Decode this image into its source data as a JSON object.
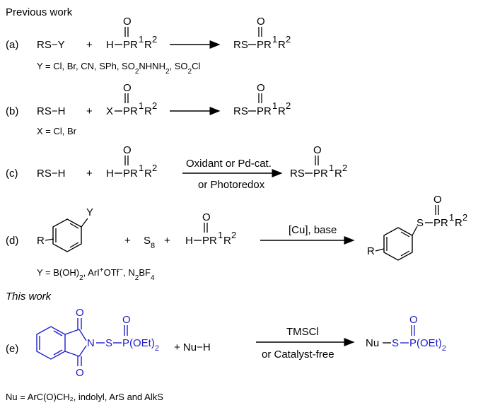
{
  "headings": {
    "previous": "Previous work",
    "this_work": "This work"
  },
  "rows": {
    "a": {
      "label": "(a)",
      "reagent1": "RS−Y",
      "plus": "+",
      "h": "H",
      "p": "PR",
      "r1": "1",
      "r": "R",
      "r2": "2",
      "o": "O",
      "prod_rs": "RS",
      "note_pre": "Y = Cl, Br, CN, SPh, SO",
      "note_sub1": "2",
      "note_mid": "NHNH",
      "note_sub2": "2",
      "note_post": ", SO",
      "note_sub3": "2",
      "note_end": "Cl"
    },
    "b": {
      "label": "(b)",
      "reagent1": "RS−H",
      "plus": "+",
      "x": "X",
      "note": "X = Cl, Br"
    },
    "c": {
      "label": "(c)",
      "reagent1": "RS−H",
      "plus": "+",
      "cond_top": "Oxidant or Pd-cat.",
      "cond_bottom": "or Photoredox"
    },
    "d": {
      "label": "(d)",
      "r": "R",
      "y": "Y",
      "plus": "+",
      "s8": "S",
      "s8_sub": "8",
      "cond_top": "[Cu], base",
      "s": "S",
      "note_pre": "Y = B(OH)",
      "note_sub1": "2",
      "note_mid": ", ArI",
      "note_sup": "+",
      "note_otf": "OTf",
      "note_minus": "−",
      "note_comma": ", N",
      "note_sub2": "2",
      "note_bf": "BF",
      "note_sub3": "4"
    },
    "e": {
      "label": "(e)",
      "n": "N",
      "s": "S",
      "p": "P(OEt)",
      "p_sub": "2",
      "plus_nu": "+ Nu−H",
      "cond_top": "TMSCl",
      "cond_bottom": "or Catalyst-free",
      "prod_nu": "Nu",
      "note": "Nu = ArC(O)CH₂, indolyl, ArS and AlkS"
    }
  },
  "colors": {
    "blue": "#1e1ec8",
    "black": "#000000"
  }
}
